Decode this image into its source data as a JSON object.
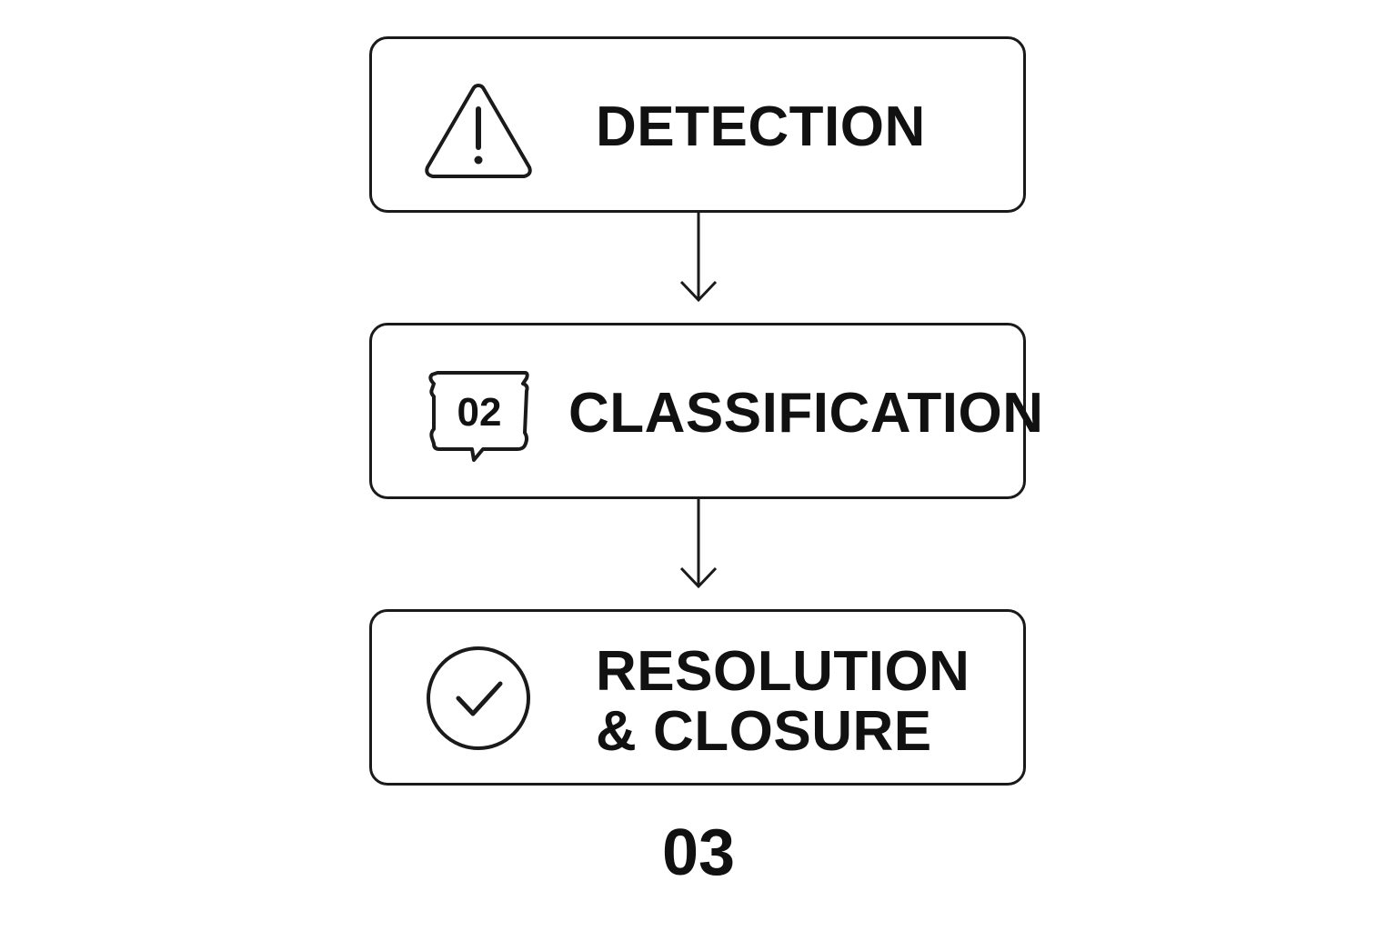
{
  "steps": [
    {
      "label": "DETECTION",
      "icon": "warning-triangle-icon"
    },
    {
      "label": "CLASSIFICATION",
      "icon": "speech-bubble-icon",
      "badge": "02"
    },
    {
      "label_line1": "RESOLUTION",
      "label_line2": "& CLOSURE",
      "icon": "check-circle-icon"
    }
  ],
  "step_number": "03",
  "colors": {
    "stroke": "#1a1a1a",
    "text": "#111111",
    "background": "#ffffff"
  }
}
